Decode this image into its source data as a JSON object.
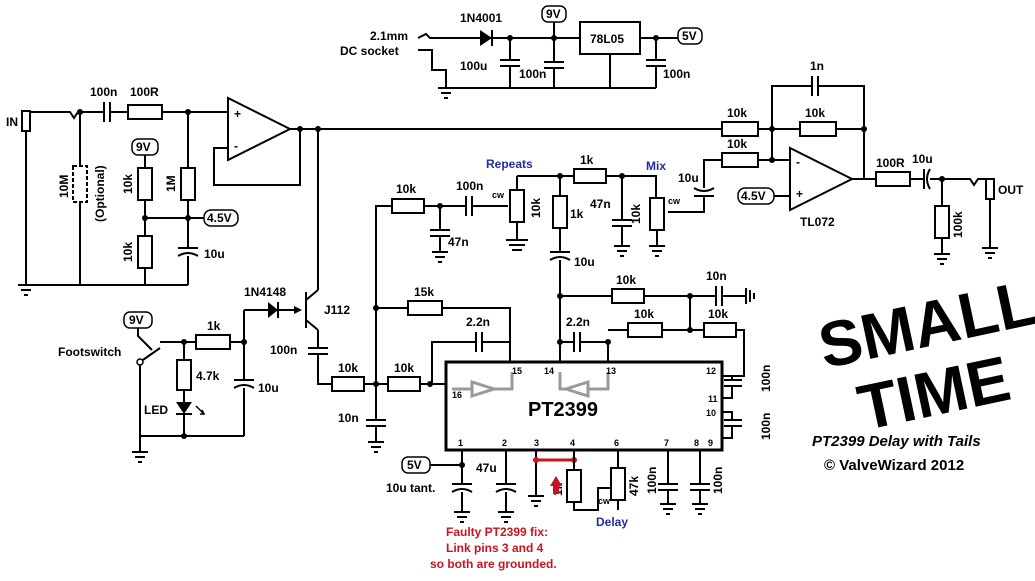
{
  "power": {
    "socket_line1": "2.1mm",
    "socket_line2": "DC socket",
    "diode": "1N4001",
    "rail_9v": "9V",
    "reg": "78L05",
    "rail_5v": "5V",
    "cap_100u": "100u",
    "cap_100n_a": "100n",
    "cap_100n_b": "100n"
  },
  "input": {
    "in_label": "IN",
    "c_in": "100n",
    "r_in": "100R",
    "r_10m": "10M",
    "optional": "(Optional)",
    "badge_9v": "9V",
    "r_10k_top": "10k",
    "r_1m": "1M",
    "r_10k_bot": "10k",
    "badge_45v": "4.5V",
    "cap_10u": "10u"
  },
  "switching": {
    "badge_9v": "9V",
    "diode": "1N4148",
    "jfet": "J112",
    "footswitch": "Footswitch",
    "r_1k": "1k",
    "r_47k": "4.7k",
    "led": "LED",
    "cap_10u": "10u",
    "cap_100n": "100n"
  },
  "delay_path": {
    "r_10k_a": "10k",
    "r_10k_b": "10k",
    "cap_10n": "10n",
    "r_15k": "15k",
    "cap_22n_a": "2.2n",
    "r_10k_fb": "10k",
    "cap_100n_fb": "100n",
    "cap_47n_fb": "47n",
    "repeats": "Repeats",
    "cw": "cw",
    "pot_10k_rep": "10k",
    "r_1k_top": "1k",
    "r_1k_v": "1k",
    "cap_10u_v": "10u",
    "cap_47n": "47n",
    "pot_10k_mix": "10k",
    "mix": "Mix",
    "cw2": "cw",
    "cap_10u_mix": "10u"
  },
  "output_stage": {
    "cap_1n": "1n",
    "r_10k_a": "10k",
    "r_10k_b": "10k",
    "r_10k_c": "10k",
    "badge_45v": "4.5V",
    "opamp": "TL072",
    "r_100r": "100R",
    "cap_10u": "10u",
    "r_100k": "100k",
    "out_label": "OUT"
  },
  "chip": {
    "name": "PT2399",
    "pins_top": [
      "16",
      "15",
      "14",
      "13",
      "12",
      "11",
      "10"
    ],
    "pins_bottom": [
      "1",
      "2",
      "3",
      "4",
      "6",
      "7",
      "8",
      "9"
    ]
  },
  "chip_parts": {
    "r_10k_top": "10k",
    "c_10n_top": "10n",
    "cap_22n_b": "2.2n",
    "r_10k_mid": "10k",
    "r_10k_right": "10k",
    "cap_100n_r1": "100n",
    "cap_100n_r2": "100n",
    "badge_5v": "5V",
    "cap_10u_tant": "10u tant.",
    "cap_47u": "47u",
    "r_1k": "1k",
    "pot_47k": "47k",
    "cw": "cw",
    "delay": "Delay",
    "cap_100n_b1": "100n",
    "cap_100n_b2": "100n"
  },
  "fix_note": {
    "line1": "Faulty PT2399 fix:",
    "line2": "Link pins 3 and 4",
    "line3": "so both are grounded."
  },
  "branding": {
    "small": "SMALL",
    "time": "TIME",
    "subtitle": "PT2399 Delay with Tails",
    "copyright": "© ValveWizard 2012"
  },
  "colors": {
    "ink": "#000000",
    "label_blue": "#1f2fa0",
    "fix_red": "#c8141e",
    "chip_arrows": "#9a9a9a"
  }
}
